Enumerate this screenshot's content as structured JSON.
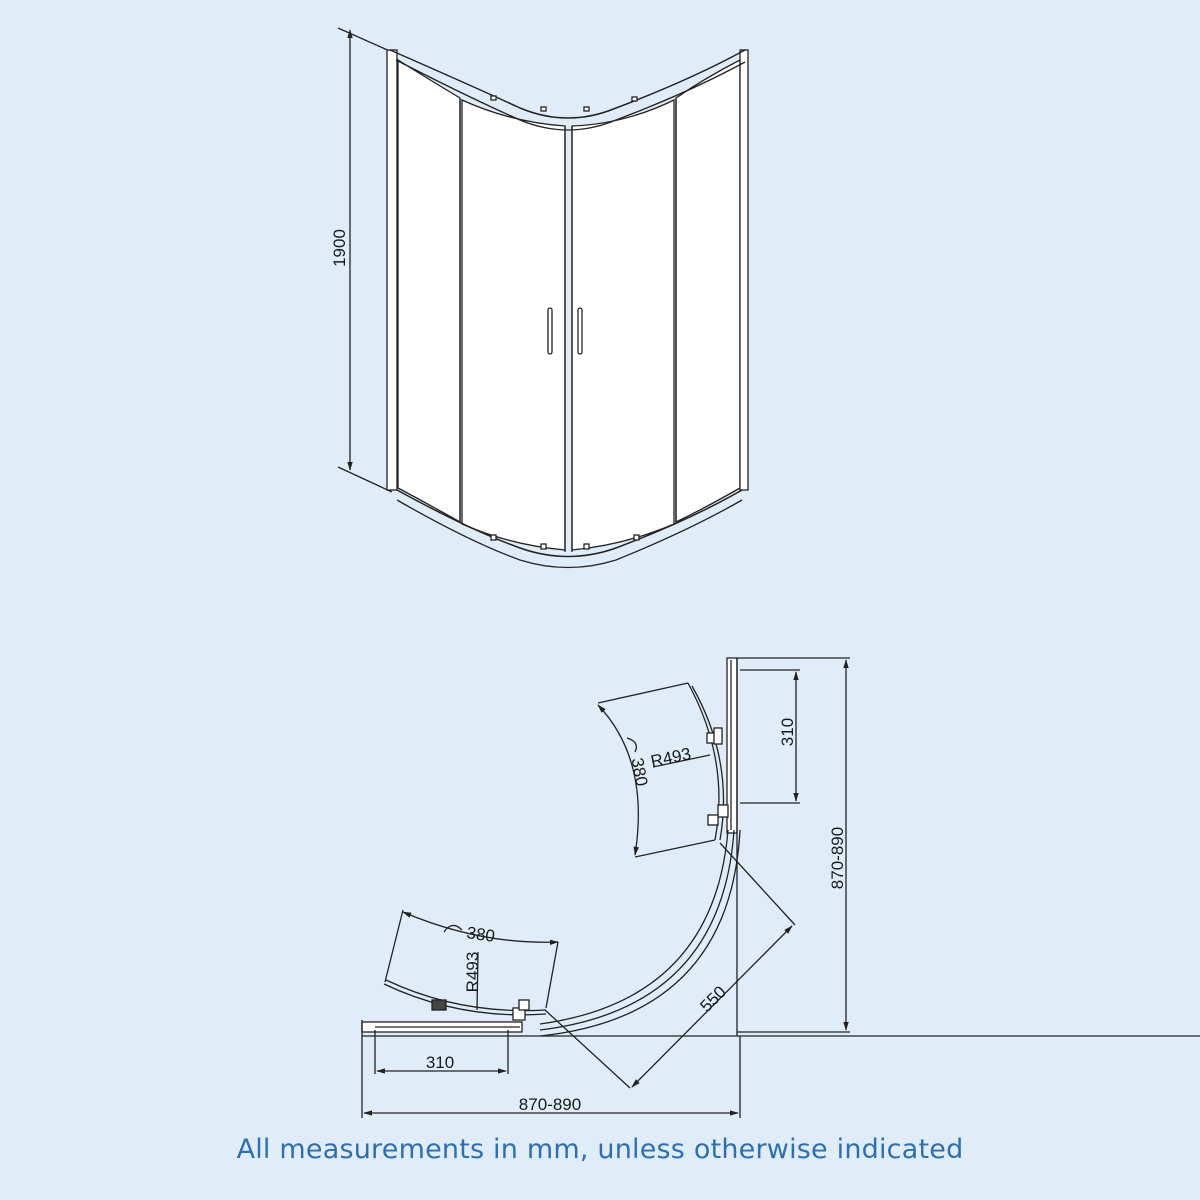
{
  "diagram": {
    "subject": "Quadrant shower enclosure",
    "background_color": "#e0edf9",
    "line_color": "#222222",
    "glass_color": "#ffffff",
    "elevation_view": {
      "height_label": "1900"
    },
    "plan_view": {
      "side_width_label": "870-890",
      "bottom_width_label": "870-890",
      "fixed_panel_right_label": "310",
      "fixed_panel_bottom_label": "310",
      "diagonal_entry_label": "550",
      "door_upper": {
        "radius_label": "R493",
        "arc_width_label": "380"
      },
      "door_lower": {
        "radius_label": "R493",
        "arc_width_label": "380"
      }
    },
    "footer": {
      "note": "All measurements in mm, unless otherwise indicated",
      "note_color": "#2f6fb0"
    }
  }
}
